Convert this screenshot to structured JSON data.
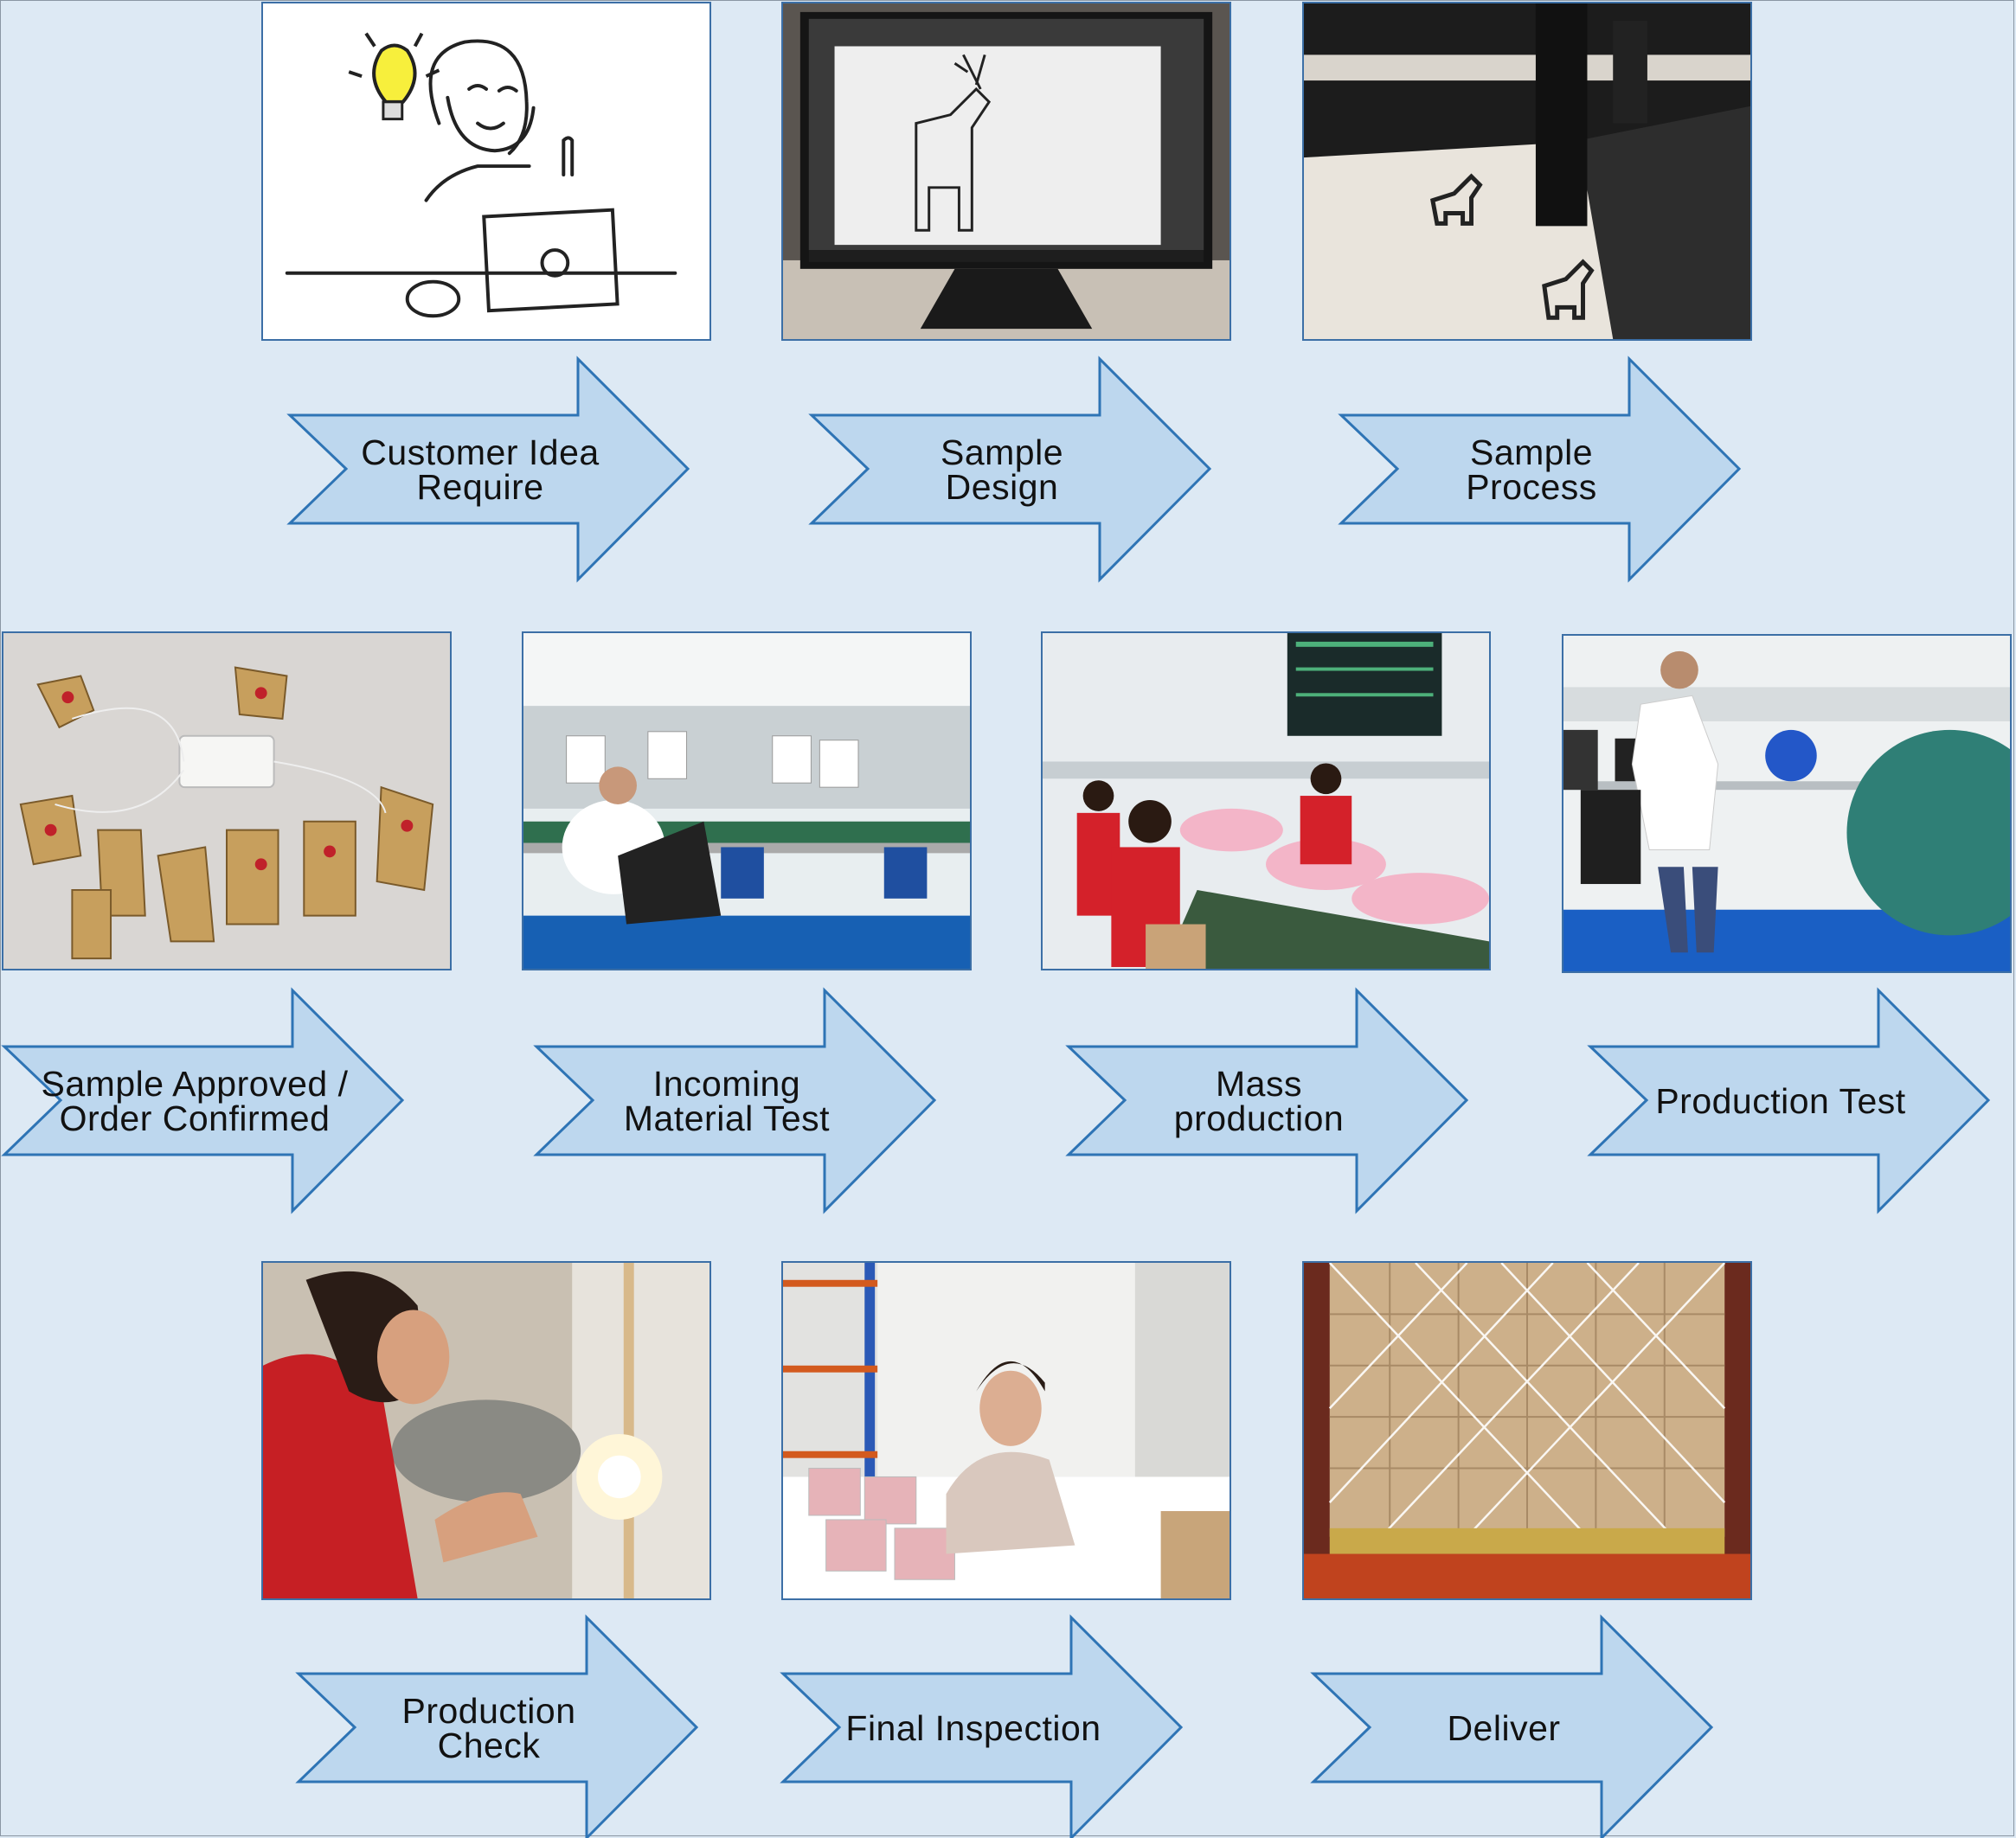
{
  "colors": {
    "background": "#dde9f4",
    "arrow_fill": "#bdd7ee",
    "arrow_stroke": "#2e74b5",
    "photo_border": "#3c6fa6"
  },
  "steps": [
    {
      "label": "Customer Idea\nRequire",
      "image": "customer-idea-sketch"
    },
    {
      "label": "Sample\nDesign",
      "image": "design-monitor"
    },
    {
      "label": "Sample\nProcess",
      "image": "laser-cutter"
    },
    {
      "label": "Sample Approved /\nOrder Confirmed",
      "image": "reindeer-lights"
    },
    {
      "label": "Incoming\nMaterial Test",
      "image": "lab-bench"
    },
    {
      "label": "Mass\nproduction",
      "image": "assembly-line"
    },
    {
      "label": "Production Test",
      "image": "integrating-sphere"
    },
    {
      "label": "Production\nCheck",
      "image": "light-check"
    },
    {
      "label": "Final Inspection",
      "image": "inspection-desk"
    },
    {
      "label": "Deliver",
      "image": "container-loading"
    }
  ]
}
